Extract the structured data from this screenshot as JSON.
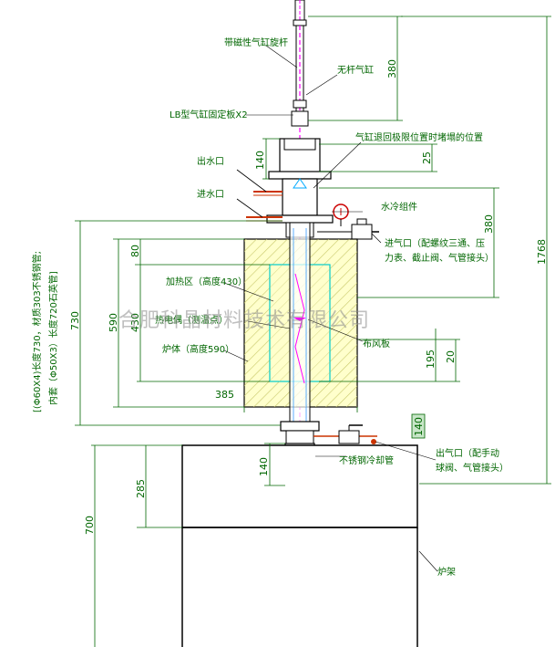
{
  "labels": {
    "cylinder_rotate": "带磁性气缸旋杆",
    "rodless_cylinder": "无杆气缸",
    "lb_plate": "LB型气缸固定板X2",
    "cylinder_limit": "气缸退回极限位置时堵塌的位置",
    "water_out": "出水口",
    "water_in": "进水口",
    "water_cool": "水冷组件",
    "gas_in_1": "进气口（配螺纹三通、压",
    "gas_in_2": "力表、截止阀、气管接头）",
    "heating_zone": "加热区（高度430）",
    "thermocouple": "热电偶（测温点）",
    "wind_plate": "布风板",
    "furnace": "炉体（高度590）",
    "side_note_1": "[(Φ60X4)长度730，材质303不锈钢管;",
    "side_note_2": "内套（Φ50X3）长度720石英管]",
    "cooling_coil": "不锈钢冷却管",
    "gas_out_1": "出气口（配手动",
    "gas_out_2": "球阀、气管接头）",
    "rack": "炉架",
    "watermark": "合肥科晶材料技术有限公司"
  },
  "dimensions": {
    "d380_top": "380",
    "d1768": "1768",
    "d140_top": "140",
    "d25": "25",
    "d380_mid": "380",
    "d80": "80",
    "d590": "590",
    "d430": "430",
    "d730": "730",
    "d195": "195",
    "d20": "20",
    "d385": "385",
    "d140_box": "140",
    "d140_bottom": "140",
    "d285": "285",
    "d700": "700"
  },
  "colors": {
    "line": "#000000",
    "dimension": "#006600",
    "tube": "#ff00ff",
    "furnace_fill": "#ffffcc",
    "hatch": "#cccc66",
    "heating_zone": "#00cccc",
    "coil": "#ff44aa",
    "water_pipe": "#cc3300",
    "quartz": "#3399ff"
  }
}
